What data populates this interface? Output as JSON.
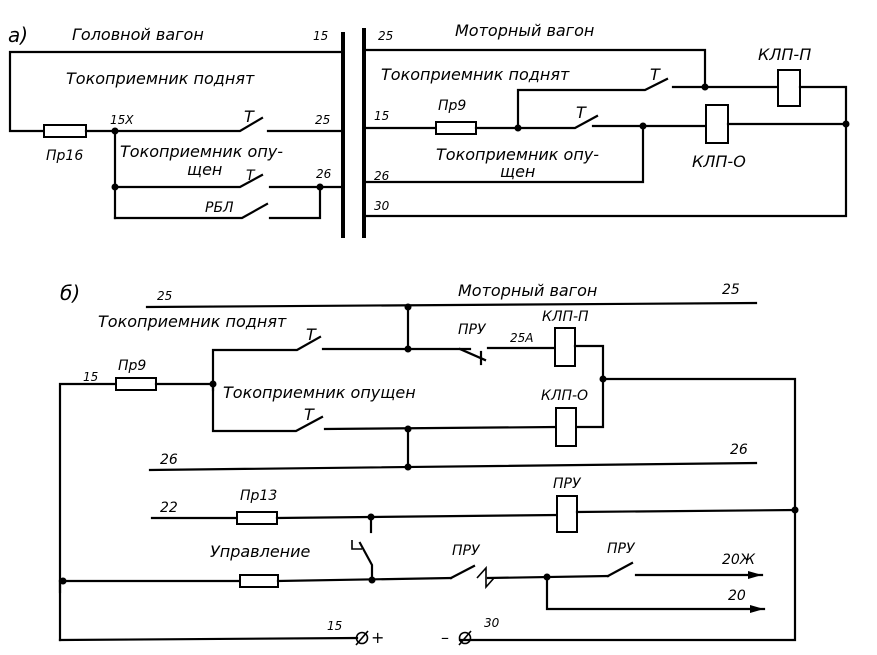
{
  "diagram": {
    "part_a": {
      "label": "а)",
      "head_car": {
        "title": "Головной вагон",
        "wire_15": "15",
        "wire_25": "25",
        "wire_26": "26",
        "wire_15x": "15Х",
        "fuse": "Пр16",
        "switch_raised": "Токоприемник поднят",
        "switch_lowered_line1": "Токоприемник опу-",
        "switch_lowered_line2": "щен",
        "relay_contact": "РБЛ"
      },
      "motor_car": {
        "title": "Моторный вагон",
        "wire_25": "25",
        "wire_15": "15",
        "wire_26": "26",
        "wire_30": "30",
        "fuse": "Пр9",
        "switch_raised": "Токоприемник поднят",
        "switch_lowered_line1": "Токоприемник опу-",
        "switch_lowered_line2": "щен",
        "coil_up": "КЛП-П",
        "coil_down": "КЛП-О"
      }
    },
    "part_b": {
      "label": "б)",
      "title": "Моторный вагон",
      "wire_25_left": "25",
      "wire_25_right": "25",
      "wire_25a": "25А",
      "wire_15": "15",
      "wire_26_left": "26",
      "wire_26_right": "26",
      "wire_22": "22",
      "fuse_main": "Пр9",
      "fuse_13": "Пр13",
      "switch_raised": "Токоприемник поднят",
      "switch_lowered": "Токоприемник опущен",
      "contact_pru_1": "ПРУ",
      "coil_up": "КЛП-П",
      "coil_down": "КЛП-О",
      "coil_pru": "ПРУ",
      "control_label": "Управление",
      "contact_pru_2": "ПРУ",
      "contact_pru_3": "ПРУ",
      "out_20zh": "20Ж",
      "out_20": "20",
      "terminal_plus_wire": "15",
      "terminal_plus": "+",
      "terminal_minus": "–",
      "terminal_minus_wire": "30"
    }
  }
}
